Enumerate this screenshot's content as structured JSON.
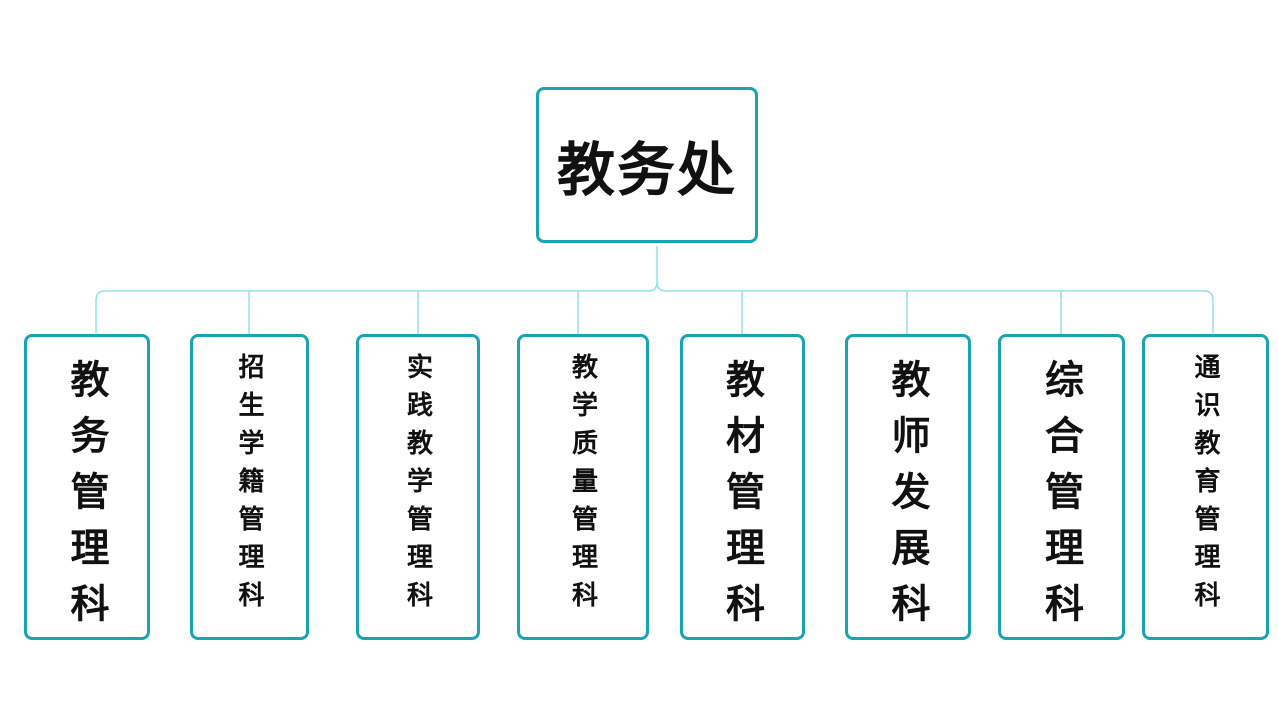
{
  "diagram": {
    "root": {
      "label": "教务处"
    },
    "children": [
      {
        "label": "教务管理科"
      },
      {
        "label": "招生学籍管理科"
      },
      {
        "label": "实践教学管理科"
      },
      {
        "label": "教学质量管理科"
      },
      {
        "label": "教材管理科"
      },
      {
        "label": "教师发展科"
      },
      {
        "label": "综合管理科"
      },
      {
        "label": "通识教育管理科"
      }
    ]
  },
  "colors": {
    "box_border": "#1aa3b2",
    "connector": "#8fe3ea",
    "text": "#111111"
  }
}
